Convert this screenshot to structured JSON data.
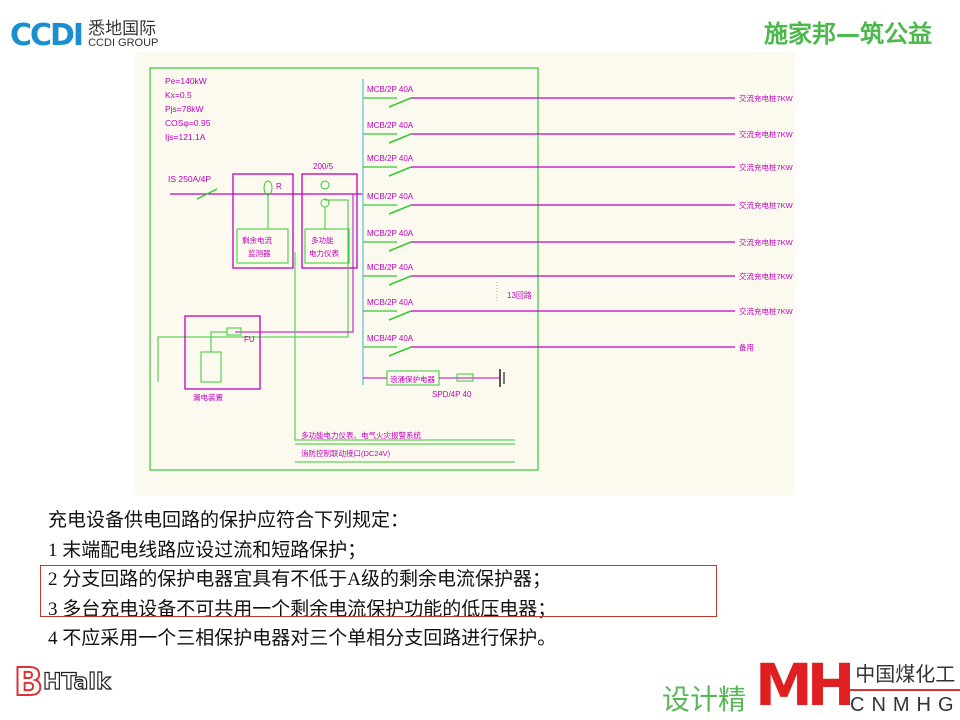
{
  "header": {
    "logo_mark": "CCDI",
    "logo_cn": "悉地国际",
    "logo_en": "CCDI GROUP",
    "brand_right": "施家邦—筑公益"
  },
  "diagram": {
    "params": [
      "Pe=140kW",
      "Kx=0.5",
      "Pjs=78kW",
      "COSφ=0.95",
      "Ijs=121.1A"
    ],
    "main_switch": "IS 250A/4P",
    "ct_ratio": "200/5",
    "rcd_label": "R",
    "rcd_monitor": [
      "剩余电流",
      "监测器"
    ],
    "meter": [
      "多功能",
      "电力仪表"
    ],
    "fuse_label": "FU",
    "leak_device": "漏电装置",
    "branches": [
      {
        "breaker": "MCB/2P 40A",
        "load": "交流充电桩7KW"
      },
      {
        "breaker": "MCB/2P 40A",
        "load": "交流充电桩7KW"
      },
      {
        "breaker": "MCB/2P 40A",
        "load": "交流充电桩7KW"
      },
      {
        "breaker": "MCB/2P 40A",
        "load": "交流充电桩7KW"
      },
      {
        "breaker": "MCB/2P 40A",
        "load": "交流充电桩7KW"
      },
      {
        "breaker": "MCB/2P 40A",
        "load": "交流充电桩7KW"
      },
      {
        "breaker": "MCB/2P 40A",
        "load": "交流充电桩7KW"
      },
      {
        "breaker": "MCB/4P 40A",
        "load": "备用"
      }
    ],
    "circuit_count": "13回路",
    "spd_box": "浪涌保护电器",
    "spd_label": "SPD/4P 40",
    "note1": "多功能电力仪表、电气火灾报警系统",
    "note2": "消防控制联动接口(DC24V)",
    "colors": {
      "frame": "#5ad65a",
      "wire": "#c000c0",
      "bus": "#7fc8e0"
    }
  },
  "rules": {
    "lines": [
      "充电设备供电回路的保护应符合下列规定：",
      "1 末端配电线路应设过流和短路保护；",
      "2 分支回路的保护电器宜具有不低于A级的剩余电流保护器；",
      "3 多台充电设备不可共用一个剩余电流保护功能的低压电器；",
      "4 不应采用一个三相保护电器对三个单相分支回路进行保护。"
    ]
  },
  "footer": {
    "bhtalk_b": "B",
    "bhtalk_rest": "HTalk",
    "design": "设计精",
    "mh": "MH",
    "cn_name": "中国煤化工",
    "en_name": "CNMHG"
  }
}
